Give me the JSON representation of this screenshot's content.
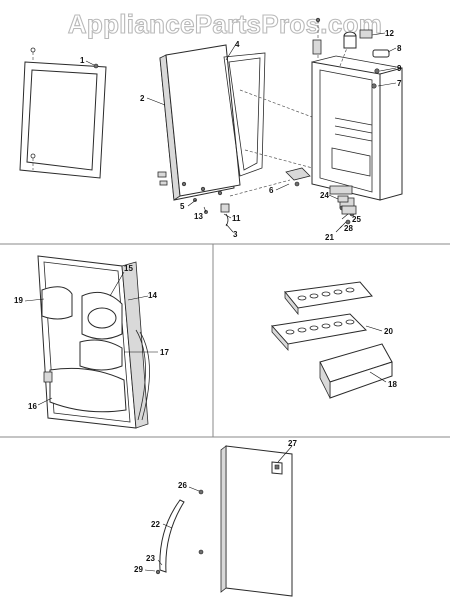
{
  "watermark": "AppliancePartsPros.com",
  "callouts": {
    "c1": "1",
    "c2": "2",
    "c3": "3",
    "c4": "4",
    "c5": "5",
    "c6": "6",
    "c7": "7",
    "c8": "8",
    "c9": "9",
    "c11": "11",
    "c12": "12",
    "c13": "13",
    "c14": "14",
    "c15": "15",
    "c16": "16",
    "c17": "17",
    "c18": "18",
    "c19": "19",
    "c20": "20",
    "c21": "21",
    "c22": "22",
    "c23": "23",
    "c24": "24",
    "c25": "25",
    "c26": "26",
    "c27": "27",
    "c28": "28",
    "c29": "29"
  }
}
